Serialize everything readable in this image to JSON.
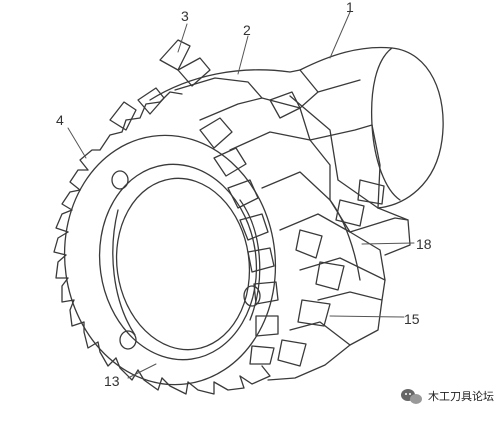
{
  "diagram": {
    "callouts": [
      {
        "id": "1",
        "text": "1"
      },
      {
        "id": "2",
        "text": "2"
      },
      {
        "id": "3",
        "text": "3"
      },
      {
        "id": "4",
        "text": "4"
      },
      {
        "id": "13",
        "text": "13"
      },
      {
        "id": "15",
        "text": "15"
      },
      {
        "id": "18",
        "text": "18"
      }
    ]
  },
  "watermark": {
    "text": "木工刀具论坛",
    "icon": "wechat-bubble-icon"
  },
  "colors": {
    "ink": "#333333",
    "background": "#ffffff"
  }
}
